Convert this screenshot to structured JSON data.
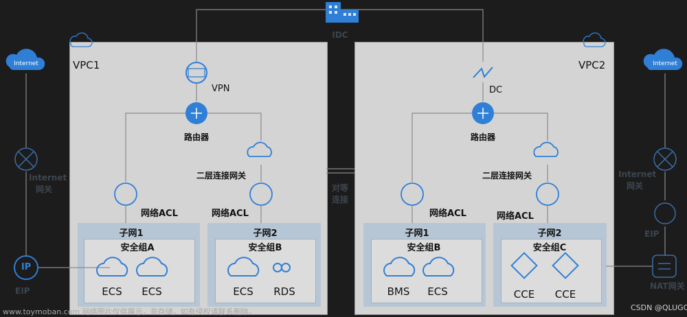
{
  "colors": {
    "icon_blue": "#2f7fd6",
    "background": "#1c1c1c",
    "vpc_fill": "#d4d4d4",
    "subnet_fill": "#b7c6d4",
    "line": "#8a8a8a"
  },
  "idc": {
    "label": "IDC",
    "icon": "building-icon"
  },
  "peering": {
    "label_line1": "对等",
    "label_line2": "连接"
  },
  "left_edge": {
    "internet": "Internet",
    "gateway_line1": "Internet",
    "gateway_line2": "网关",
    "eip": "EIP"
  },
  "right_edge": {
    "internet": "Internet",
    "gateway_line1": "Internet",
    "gateway_line2": "网关",
    "eip": "EIP",
    "nat": "NAT网关"
  },
  "vpc1": {
    "title": "VPC1",
    "vpn": "VPN",
    "router": "路由器",
    "l2gw": "二层连接网关",
    "subnet1": {
      "acl": "网络ACL",
      "title": "子网1",
      "sg": "安全组A",
      "items": [
        "ECS",
        "ECS"
      ]
    },
    "subnet2": {
      "acl": "网络ACL",
      "title": "子网2",
      "sg": "安全组B",
      "items": [
        "ECS",
        "RDS"
      ]
    }
  },
  "vpc2": {
    "title": "VPC2",
    "dc": "DC",
    "router": "路由器",
    "l2gw": "二层连接网关",
    "subnet1": {
      "acl": "网络ACL",
      "title": "子网1",
      "sg": "安全组B",
      "items": [
        "BMS",
        "ECS"
      ]
    },
    "subnet2": {
      "acl": "网络ACL",
      "title": "子网2",
      "sg": "安全组C",
      "items": [
        "CCE",
        "CCE"
      ]
    }
  },
  "watermark": "www.toymoban.com 网络图片仅供展示，非存储，如有侵权请联系删除。",
  "credit": "CSDN @QLUGCL"
}
